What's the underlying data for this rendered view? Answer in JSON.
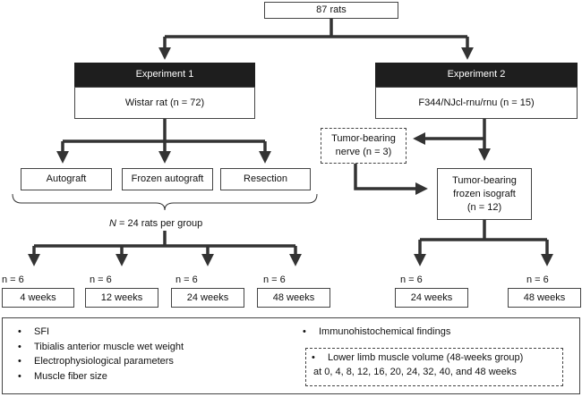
{
  "root": {
    "label": "87 rats"
  },
  "experiment1": {
    "header": "Experiment 1",
    "subject": "Wistar rat (n = 72)",
    "groups": [
      "Autograft",
      "Frozen autograft",
      "Resection"
    ],
    "per_group": {
      "symbol": "N",
      "text": " = 24 rats per group"
    },
    "n_labels": [
      "n = 6",
      "n = 6",
      "n = 6",
      "n = 6"
    ],
    "timepoints": [
      "4 weeks",
      "12 weeks",
      "24 weeks",
      "48 weeks"
    ]
  },
  "experiment2": {
    "header": "Experiment 2",
    "subject": "F344/NJcl-rnu/rnu (n = 15)",
    "nerve": {
      "line1": "Tumor-bearing",
      "line2": "nerve (n = 3)"
    },
    "isograft": {
      "line1": "Tumor-bearing",
      "line2": "frozen isograft",
      "line3": "(n = 12)"
    },
    "n_labels": [
      "n = 6",
      "n = 6"
    ],
    "timepoints": [
      "24 weeks",
      "48 weeks"
    ]
  },
  "outcomes": {
    "left": [
      "SFI",
      "Tibialis anterior muscle wet weight",
      "Electrophysiological parameters",
      "Muscle fiber size"
    ],
    "right_top": "Immunohistochemical findings",
    "right_box": {
      "line1": "Lower limb muscle volume (48-weeks group)",
      "line2": "at 0, 4, 8, 12, 16, 20, 24, 32, 40, and 48 weeks"
    }
  },
  "colors": {
    "line": "#333333",
    "header_fill": "#1e1e1e",
    "border": "#444444"
  }
}
